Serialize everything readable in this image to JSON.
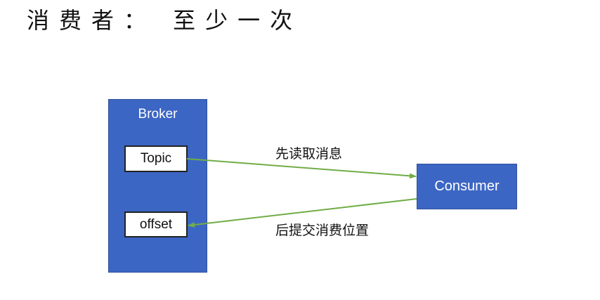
{
  "title": "消费者： 至少一次",
  "broker": {
    "label": "Broker",
    "topic_label": "Topic",
    "offset_label": "offset"
  },
  "consumer": {
    "label": "Consumer"
  },
  "arrows": {
    "read_label": "先读取消息",
    "commit_label": "后提交消费位置",
    "color": "#70ad47"
  },
  "colors": {
    "box_fill": "#3c66c4",
    "inner_box_fill": "#ffffff",
    "text": "#111111"
  }
}
